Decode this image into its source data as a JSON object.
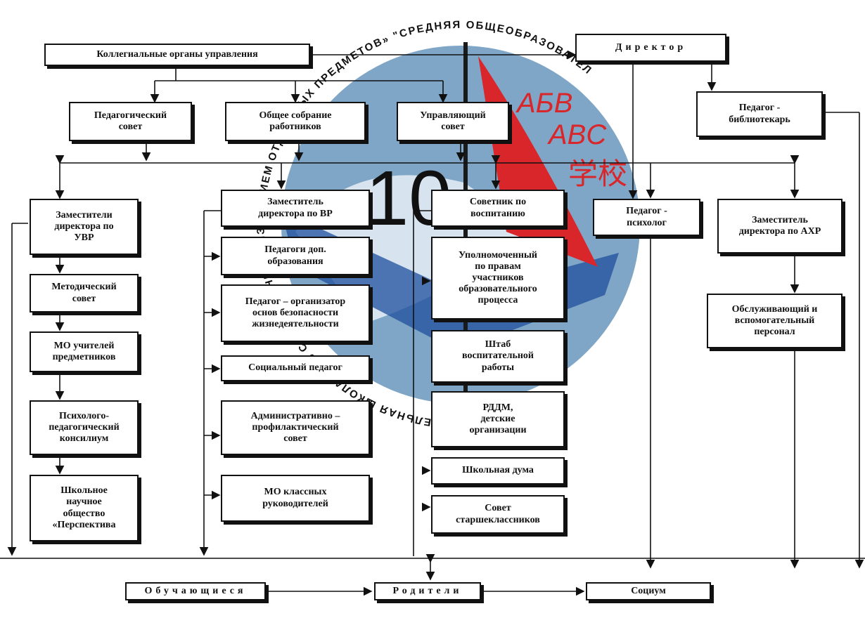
{
  "emblem": {
    "ring_text": "ИТЕЛЬНАЯ ШКОЛА № 10 С УГЛУБЛЕННЫМ ИЗУЧЕНИЕМ ОТДЕЛЬНЫХ ПРЕДМЕТОВ» \"СРЕДНЯЯ ОБЩЕОБРАЗОВАТЕЛ",
    "number": "10",
    "letters_1": "АБВ",
    "letters_2": "ABC",
    "letters_3": "学校",
    "colors": {
      "disk": "#7fa6c6",
      "disk_light": "#d7e4ef",
      "red": "#d8262a",
      "blue": "#1f4f9e"
    }
  },
  "nodes": {
    "collegial": "Коллегиальные органы управления",
    "director": "Директор",
    "ped_council": "Педагогический\nсовет",
    "general_meeting": "Общее собрание\nработников",
    "managing_council": "Управляющий\nсовет",
    "librarian": "Педагог -\nбиблиотекарь",
    "deputy_uvr": "Заместители\nдиректора по\nУВР",
    "deputy_vr": "Заместитель\nдиректора по ВР",
    "advisor": "Советник по\nвоспитанию",
    "psychologist": "Педагог -\nпсихолог",
    "deputy_ahr": "Заместитель\nдиректора по АХР",
    "method_council": "Методический\nсовет",
    "mo_teachers": "МО учителей\nпредметников",
    "ppk": "Психолого-\nпедагогический\nконсилиум",
    "sno": "Школьное\nнаучное\nобщество\n«Перспектива",
    "add_ed": "Педагоги доп.\nобразования",
    "obzh": "Педагог – организатор\nоснов безопасности\nжизнедеятельности",
    "social": "Социальный педагог",
    "admin_council": "Административно –\nпрофилактический\nсовет",
    "mo_class": "МО классных\nруководителей",
    "ombudsman": "Уполномоченный\nпо правам\nучастников\nобразовательного\nпроцесса",
    "hq": "Штаб\nвоспитательной\nработы",
    "rddm": "РДДМ,\nдетские\nорганизации",
    "duma": "Школьная дума",
    "seniors": "Совет\nстаршеклассников",
    "staff": "Обслуживающий и\nвспомогательный\nперсонал",
    "students": "Обучающиеся",
    "parents": "Родители",
    "society": "Социум"
  }
}
